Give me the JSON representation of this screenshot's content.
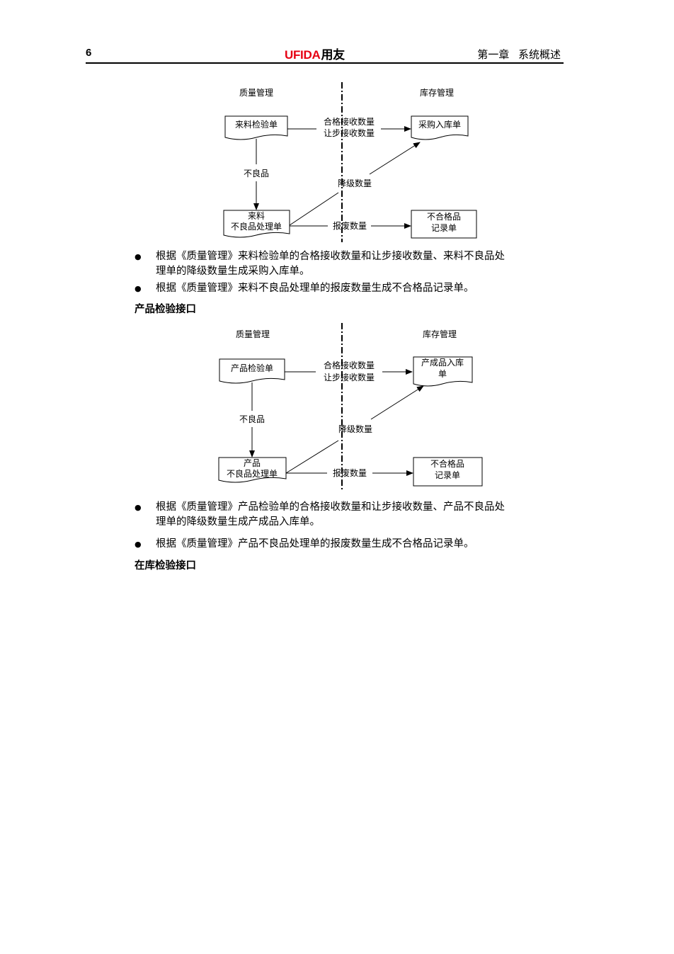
{
  "header": {
    "page_number": "6",
    "logo_latin": "UFIDA",
    "logo_cjk": "用友",
    "chapter": "第一章 系统概述"
  },
  "diagram1": {
    "left_title": "质量管理",
    "right_title": "库存管理",
    "box_source": "来料检验单",
    "label_accept_1": "合格接收数量",
    "label_accept_2": "让步接收数量",
    "box_target": "采购入库单",
    "label_defect": "不良品",
    "label_downgrade": "降级数量",
    "box_process_1": "来料",
    "box_process_2": "不良品处理单",
    "label_scrap": "报废数量",
    "box_record_1": "不合格品",
    "box_record_2": "记录单"
  },
  "bullets1": [
    {
      "line1": "根据《质量管理》来料检验单的合格接收数量和让步接收数量、来料不良品处",
      "line2": "理单的降级数量生成采购入库单。"
    },
    {
      "line1": "根据《质量管理》来料不良品处理单的报废数量生成不合格品记录单。",
      "line2": ""
    }
  ],
  "heading_product": "产品检验接口",
  "diagram2": {
    "left_title": "质量管理",
    "right_title": "库存管理",
    "box_source": "产品检验单",
    "label_accept_1": "合格接收数量",
    "label_accept_2": "让步接收数量",
    "box_target_1": "产成品入库",
    "box_target_2": "单",
    "label_defect": "不良品",
    "label_downgrade": "降级数量",
    "box_process_1": "产品",
    "box_process_2": "不良品处理单",
    "label_scrap": "报废数量",
    "box_record_1": "不合格品",
    "box_record_2": "记录单"
  },
  "bullets2": [
    {
      "line1": "根据《质量管理》产品检验单的合格接收数量和让步接收数量、产品不良品处",
      "line2": "理单的降级数量生成产成品入库单。"
    },
    {
      "line1": "根据《质量管理》产品不良品处理单的报废数量生成不合格品记录单。",
      "line2": ""
    }
  ],
  "heading_stock": "在库检验接口"
}
